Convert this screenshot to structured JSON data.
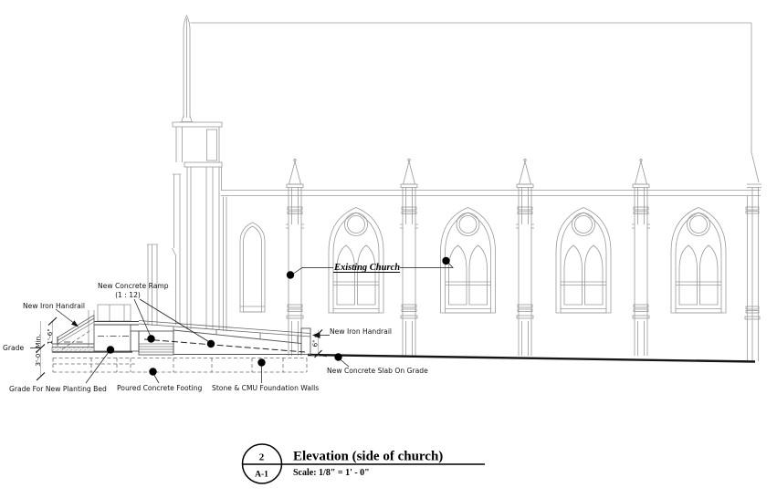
{
  "annotations": {
    "new_iron_handrail_left": "New Iron Handrail",
    "new_concrete_ramp": "New Concrete Ramp",
    "ramp_slope": "(1 : 12)",
    "existing_church": "Existing Church",
    "new_iron_handrail_right": "New Iron Handrail",
    "grade": "Grade",
    "new_concrete_slab_on_grade": "New Concrete Slab On Grade",
    "grade_for_new_planting_bed": "Grade For New Planting Bed",
    "poured_concrete_footing": "Poured Concrete Footing",
    "stone_cmu_foundation_walls": "Stone & CMU Foundation Walls"
  },
  "dimensions": {
    "footing_depth": "3'-0\" Min.",
    "wall_height": "1'-6\"",
    "slab_edge": "6\""
  },
  "title_block": {
    "detail_number": "2",
    "sheet_number": "A-1",
    "title": "Elevation  (side of church)",
    "scale": "Scale:  1/8\" = 1' - 0\""
  },
  "colors": {
    "church_line": "#9a9a9a",
    "annotation": "#1a1a1a",
    "ground_line": "#151515",
    "background": "#ffffff"
  }
}
